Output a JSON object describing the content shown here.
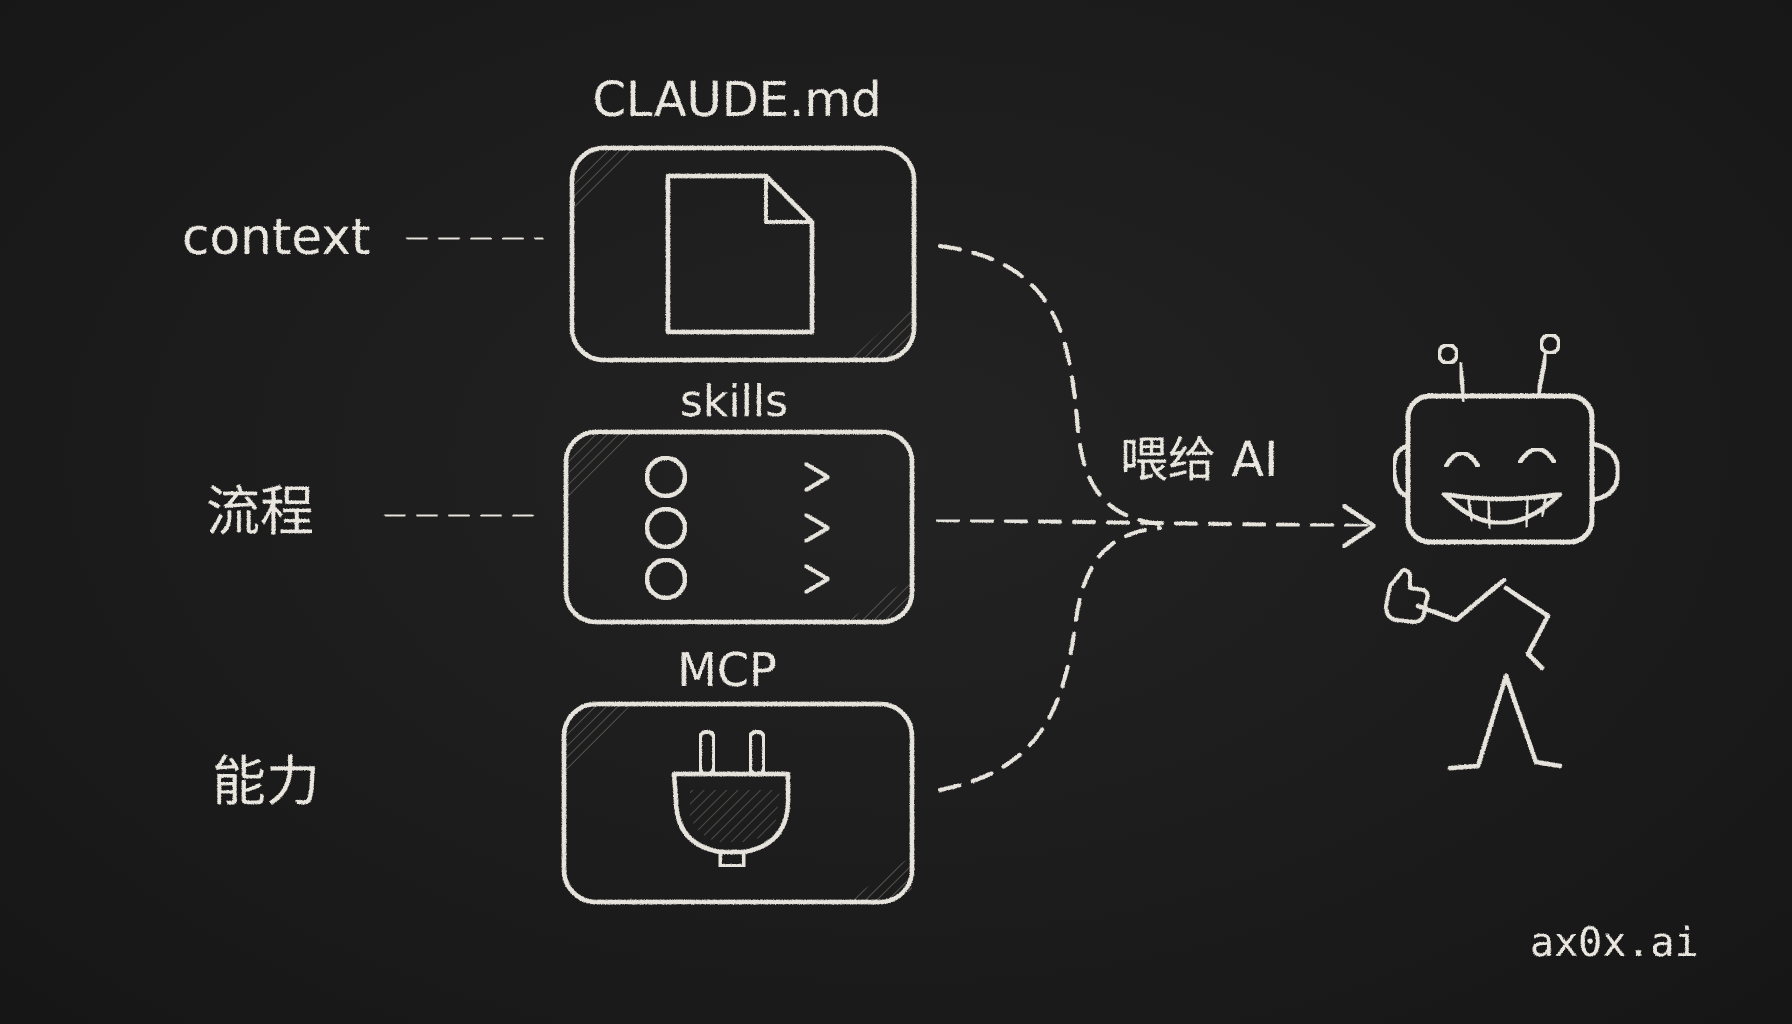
{
  "labels": {
    "context": "context",
    "process": "流程",
    "capability": "能力",
    "feed": "喂给 AI",
    "watermark": "ax0x.ai"
  },
  "boxes": {
    "claude_md": {
      "title": "CLAUDE.md",
      "icon": "document-icon"
    },
    "skills": {
      "title": "skills",
      "icon": "checklist-arrows-icon"
    },
    "mcp": {
      "title": "MCP",
      "icon": "plug-icon"
    }
  },
  "target": {
    "icon": "robot-icon"
  },
  "colors": {
    "background": "#1b1b1b",
    "chalk": "#e6e3dc"
  }
}
